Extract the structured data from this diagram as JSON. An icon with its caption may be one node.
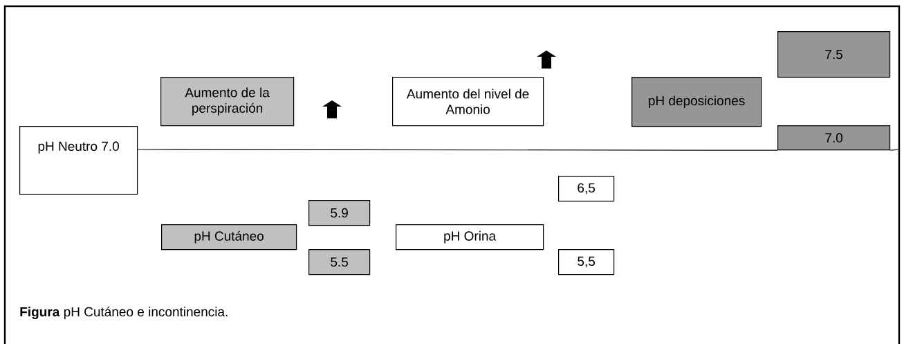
{
  "diagram": {
    "caption": "**Figura** pH Cutáneo e incontinencia.",
    "nodes": [
      {
        "text": [
          "pH Neutro 7.0"
        ]
      },
      {
        "text": [
          "Aumento de la perspiración"
        ]
      },
      {
        "text": [
          "Aumento del nivel de Amonio"
        ]
      },
      {
        "text": [
          "pH deposiciones"
        ]
      },
      {
        "text": [
          "7.5"
        ]
      },
      {
        "text": [
          "7.0"
        ]
      },
      {
        "text": [
          "6,5"
        ]
      },
      {
        "text": [
          "5.9"
        ]
      },
      {
        "text": [
          "pH Cutáneo"
        ]
      },
      {
        "text": [
          "pH Orina"
        ]
      },
      {
        "text": [
          "5.5"
        ]
      },
      {
        "text": [
          "5,5"
        ]
      }
    ],
    "edges": [
      {
        "from": 0,
        "to": 5,
        "arrow": "none"
      }
    ]
  }
}
